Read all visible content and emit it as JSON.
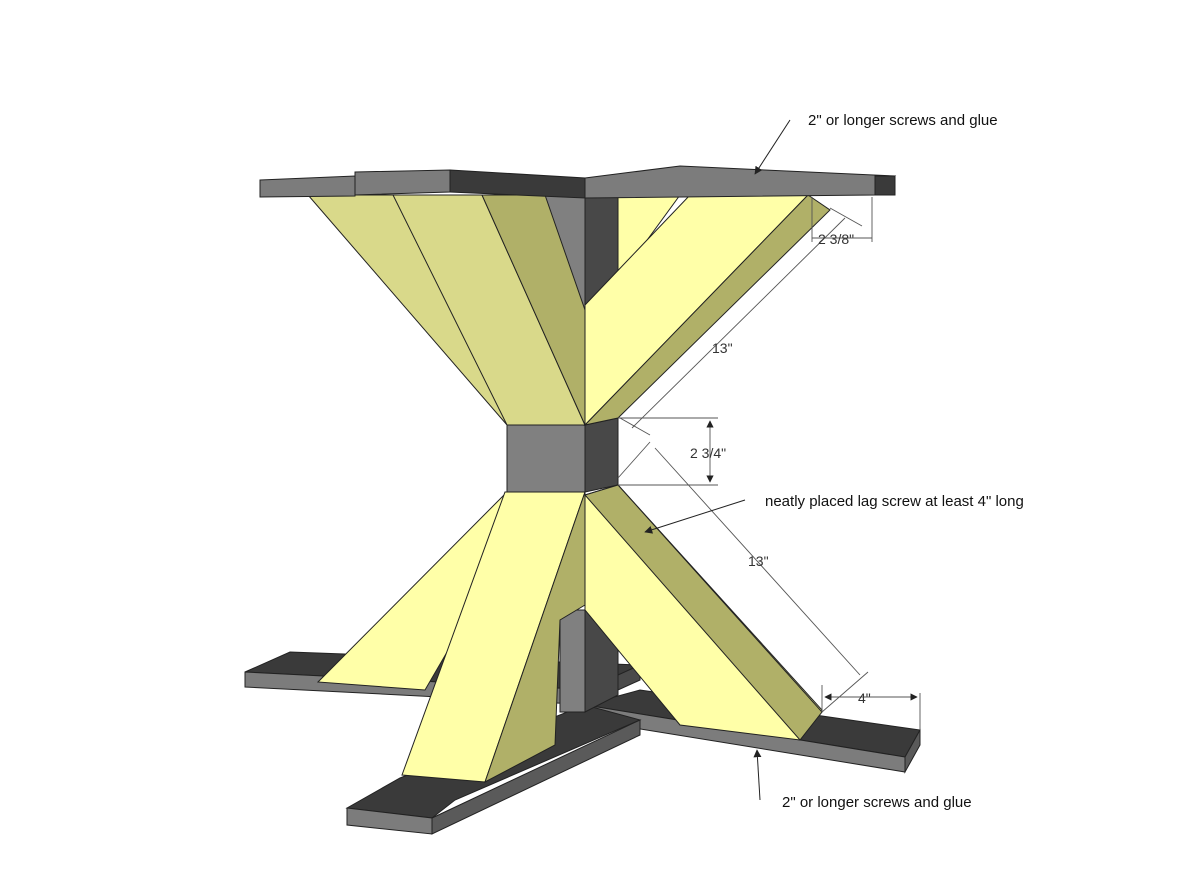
{
  "colors": {
    "board_top": "#7c7c7c",
    "board_front": "#6a6a6a",
    "board_dark": "#3a3a3a",
    "leg_light": "#ffffa8",
    "leg_mid": "#d9d98a",
    "leg_side": "#b0b068",
    "post_front": "#808080",
    "post_side": "#484848",
    "line": "#222222",
    "dim_line": "#555555"
  },
  "annotations": {
    "top_screws": "2\" or longer screws and glue",
    "lag_screw": "neatly placed lag screw at least 4\" long",
    "bottom_screws": "2\" or longer screws and glue"
  },
  "dimensions": {
    "top_overhang": "2 3/8\"",
    "upper_leg_length": "13\"",
    "block_height": "2 3/4\"",
    "lower_leg_length": "13\"",
    "foot_offset": "4\""
  }
}
